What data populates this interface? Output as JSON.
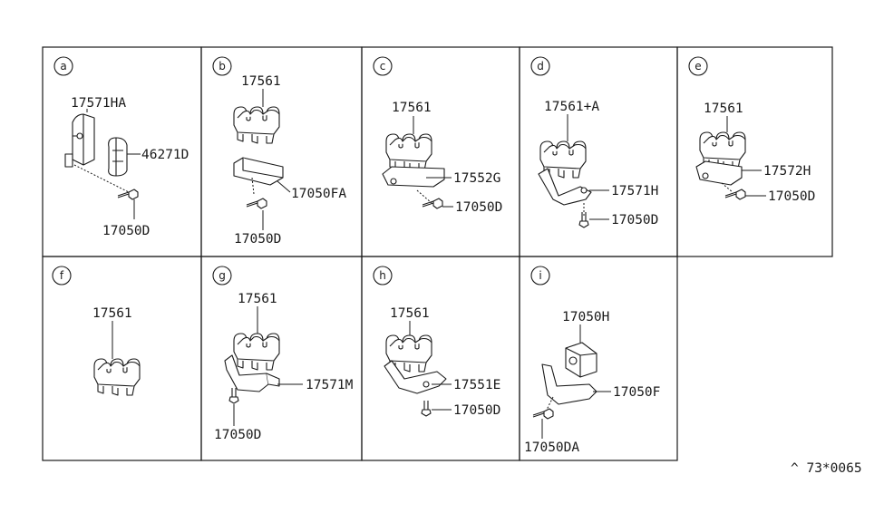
{
  "diagram": {
    "reference_code": "^ 73*0065",
    "cells": [
      {
        "id": "a",
        "parts": [
          "17571HA",
          "46271D",
          "17050D"
        ]
      },
      {
        "id": "b",
        "parts": [
          "17561",
          "17050FA",
          "17050D"
        ]
      },
      {
        "id": "c",
        "parts": [
          "17561",
          "17552G",
          "17050D"
        ]
      },
      {
        "id": "d",
        "parts": [
          "17561+A",
          "17571H",
          "17050D"
        ]
      },
      {
        "id": "e",
        "parts": [
          "17561",
          "17572H",
          "17050D"
        ]
      },
      {
        "id": "f",
        "parts": [
          "17561"
        ]
      },
      {
        "id": "g",
        "parts": [
          "17561",
          "17571M",
          "17050D"
        ]
      },
      {
        "id": "h",
        "parts": [
          "17561",
          "17551E",
          "17050D"
        ]
      },
      {
        "id": "i",
        "parts": [
          "17050H",
          "17050F",
          "17050DA"
        ]
      }
    ]
  }
}
